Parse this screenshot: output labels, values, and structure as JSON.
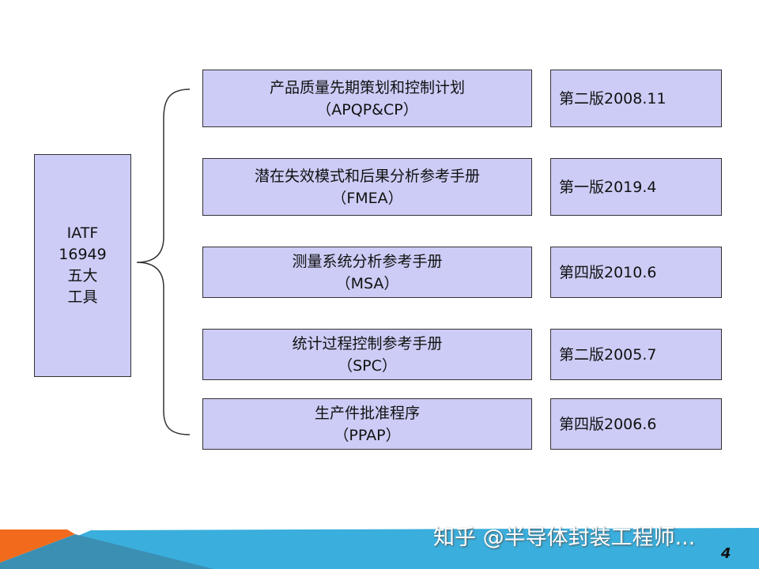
{
  "root": {
    "lines": [
      "IATF",
      "16949",
      "五大",
      "工具"
    ]
  },
  "tools": [
    {
      "name": "产品质量先期策划和控制计划",
      "abbr": "（APQP&CP）",
      "version": "第二版2008.11"
    },
    {
      "name": "潜在失效模式和后果分析参考手册",
      "abbr": "（FMEA）",
      "version": "第一版2019.4"
    },
    {
      "name": "测量系统分析参考手册",
      "abbr": "（MSA）",
      "version": "第四版2010.6"
    },
    {
      "name": "统计过程控制参考手册",
      "abbr": "（SPC）",
      "version": "第二版2005.7"
    },
    {
      "name": "生产件批准程序",
      "abbr": "（PPAP）",
      "version": "第四版2006.6"
    }
  ],
  "footer": {
    "watermark": "知乎 @半导体封装工程师...",
    "page_number": "4"
  },
  "colors": {
    "box_fill": "#ccccf6",
    "footer_blue": "#3aaedc",
    "footer_orange": "#f26b1d",
    "footer_teal": "#3b8fb2"
  }
}
